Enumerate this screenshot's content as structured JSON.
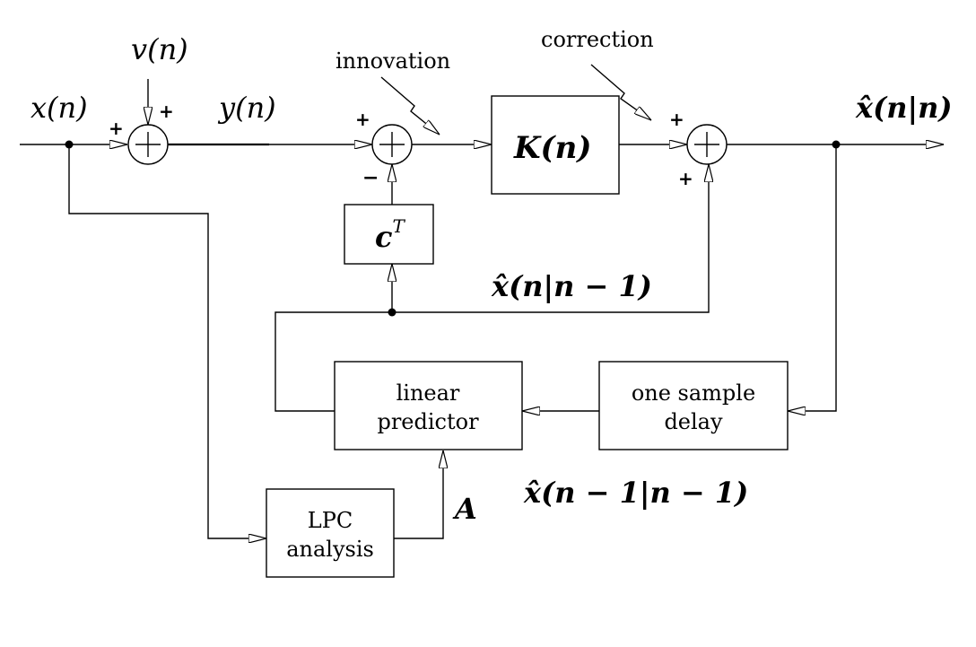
{
  "signals": {
    "x_in": "x(n)",
    "v_in": "v(n)",
    "y": "y(n)",
    "x_hat_nn": "x̂(n|n)",
    "x_hat_pred": "x̂(n|n − 1)",
    "x_hat_prev": "x̂(n − 1|n − 1)",
    "A": "A"
  },
  "blocks": {
    "gain": "K(n)",
    "ct": "c",
    "ct_sup": "T",
    "predictor_line1": "linear",
    "predictor_line2": "predictor",
    "delay_line1": "one sample",
    "delay_line2": "delay",
    "lpc_line1": "LPC",
    "lpc_line2": "analysis"
  },
  "annotations": {
    "innovation": "innovation",
    "correction": "correction"
  },
  "signs": {
    "s1_left": "+",
    "s1_top": "+",
    "s2_left": "+",
    "s2_bottom": "−",
    "s3_left": "+",
    "s3_bottom": "+"
  }
}
